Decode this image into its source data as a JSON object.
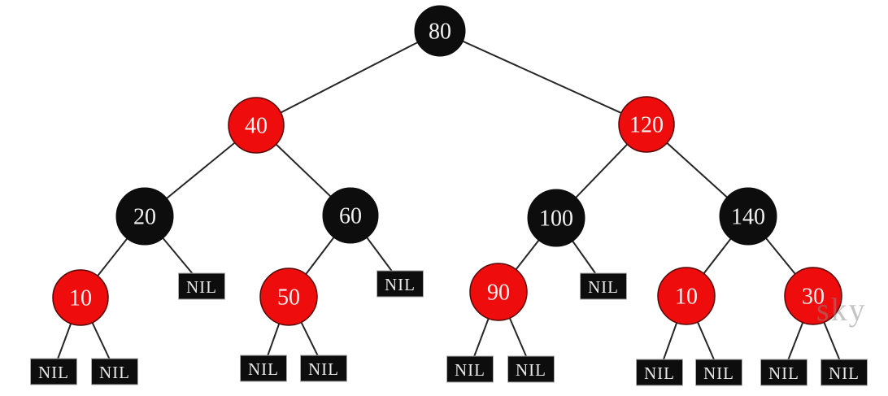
{
  "diagram": {
    "type": "red-black-tree",
    "nil_label": "NIL",
    "colors": {
      "red_node": "#ee0c0c",
      "black_node": "#0d0d0d",
      "node_text": "#f2f2f2",
      "edge": "#262626",
      "nil_background": "#0d0d0d",
      "nil_border": "#ababab",
      "nil_text": "#e9e9e9",
      "background": "#ffffff"
    },
    "nodes": [
      {
        "label": "80",
        "color": "black"
      },
      {
        "label": "40",
        "color": "red"
      },
      {
        "label": "120",
        "color": "red"
      },
      {
        "label": "20",
        "color": "black"
      },
      {
        "label": "60",
        "color": "black"
      },
      {
        "label": "100",
        "color": "black"
      },
      {
        "label": "140",
        "color": "black"
      },
      {
        "label": "10",
        "color": "red"
      },
      {
        "label": "50",
        "color": "red"
      },
      {
        "label": "90",
        "color": "red"
      },
      {
        "label": "10",
        "color": "red"
      },
      {
        "label": "30",
        "color": "red"
      }
    ],
    "hierarchy": {
      "value": "80",
      "color": "black",
      "children": [
        {
          "value": "40",
          "color": "red",
          "children": [
            {
              "value": "20",
              "color": "black",
              "children": [
                {
                  "value": "10",
                  "color": "red",
                  "children": [
                    {
                      "value": "NIL"
                    },
                    {
                      "value": "NIL"
                    }
                  ]
                },
                {
                  "value": "NIL"
                }
              ]
            },
            {
              "value": "60",
              "color": "black",
              "children": [
                {
                  "value": "50",
                  "color": "red",
                  "children": [
                    {
                      "value": "NIL"
                    },
                    {
                      "value": "NIL"
                    }
                  ]
                },
                {
                  "value": "NIL"
                }
              ]
            }
          ]
        },
        {
          "value": "120",
          "color": "red",
          "children": [
            {
              "value": "100",
              "color": "black",
              "children": [
                {
                  "value": "90",
                  "color": "red",
                  "children": [
                    {
                      "value": "NIL"
                    },
                    {
                      "value": "NIL"
                    }
                  ]
                },
                {
                  "value": "NIL"
                }
              ]
            },
            {
              "value": "140",
              "color": "black",
              "children": [
                {
                  "value": "10",
                  "color": "red",
                  "children": [
                    {
                      "value": "NIL"
                    },
                    {
                      "value": "NIL"
                    }
                  ]
                },
                {
                  "value": "30",
                  "color": "red",
                  "children": [
                    {
                      "value": "NIL"
                    },
                    {
                      "value": "NIL"
                    }
                  ]
                }
              ]
            }
          ]
        }
      ]
    }
  },
  "watermark": {
    "text": "sky",
    "color": "#cacaca"
  }
}
